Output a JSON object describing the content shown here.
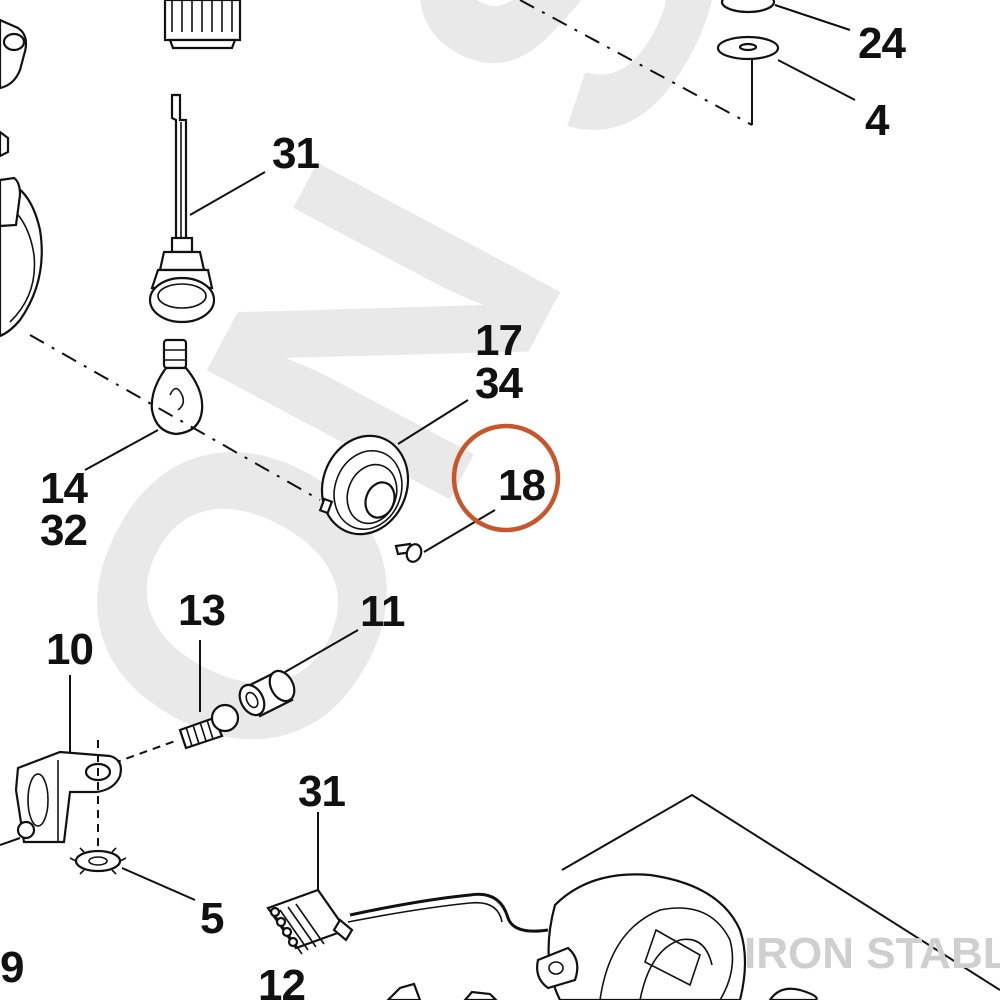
{
  "watermark_text": "IRON STABLE",
  "highlight_color": "#c8562d",
  "callouts": {
    "c24": "24",
    "c4": "4",
    "c31_top": "31",
    "c17": "17",
    "c34": "34",
    "c18": "18",
    "c14": "14",
    "c32": "32",
    "c13": "13",
    "c11": "11",
    "c10": "10",
    "c31_bottom": "31",
    "c5": "5",
    "c9": "9",
    "c12": "12"
  }
}
